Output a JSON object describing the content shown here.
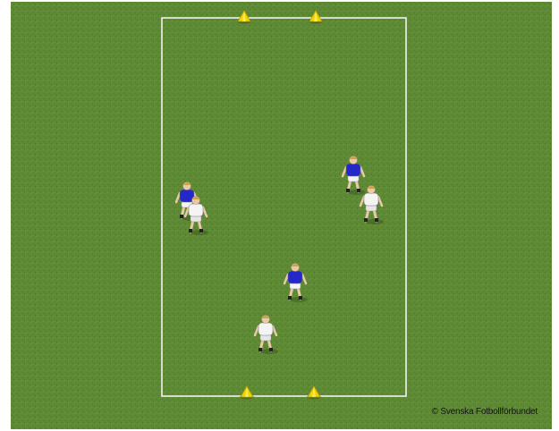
{
  "colors": {
    "grass": "#5f8a35",
    "grass_dark": "#4f7a2b",
    "line": "#f2f2f2",
    "team_blue": "#2428c8",
    "team_white": "#f4f4f4",
    "cone": "#f2d200",
    "frame": "#ffffff"
  },
  "field": {
    "cones": [
      {
        "id": "cone-top-left",
        "icon": "cone-icon"
      },
      {
        "id": "cone-top-right",
        "icon": "cone-icon"
      },
      {
        "id": "cone-bottom-left",
        "icon": "cone-icon"
      },
      {
        "id": "cone-bottom-right",
        "icon": "cone-icon"
      }
    ],
    "players": [
      {
        "team": "blue",
        "icon": "player-blue-icon"
      },
      {
        "team": "white",
        "icon": "player-white-icon"
      },
      {
        "team": "blue",
        "icon": "player-blue-icon"
      },
      {
        "team": "white",
        "icon": "player-white-icon"
      },
      {
        "team": "blue",
        "icon": "player-blue-icon"
      },
      {
        "team": "white",
        "icon": "player-white-icon"
      }
    ]
  },
  "footer": {
    "copyright": "© Svenska Fotbollförbundet"
  }
}
